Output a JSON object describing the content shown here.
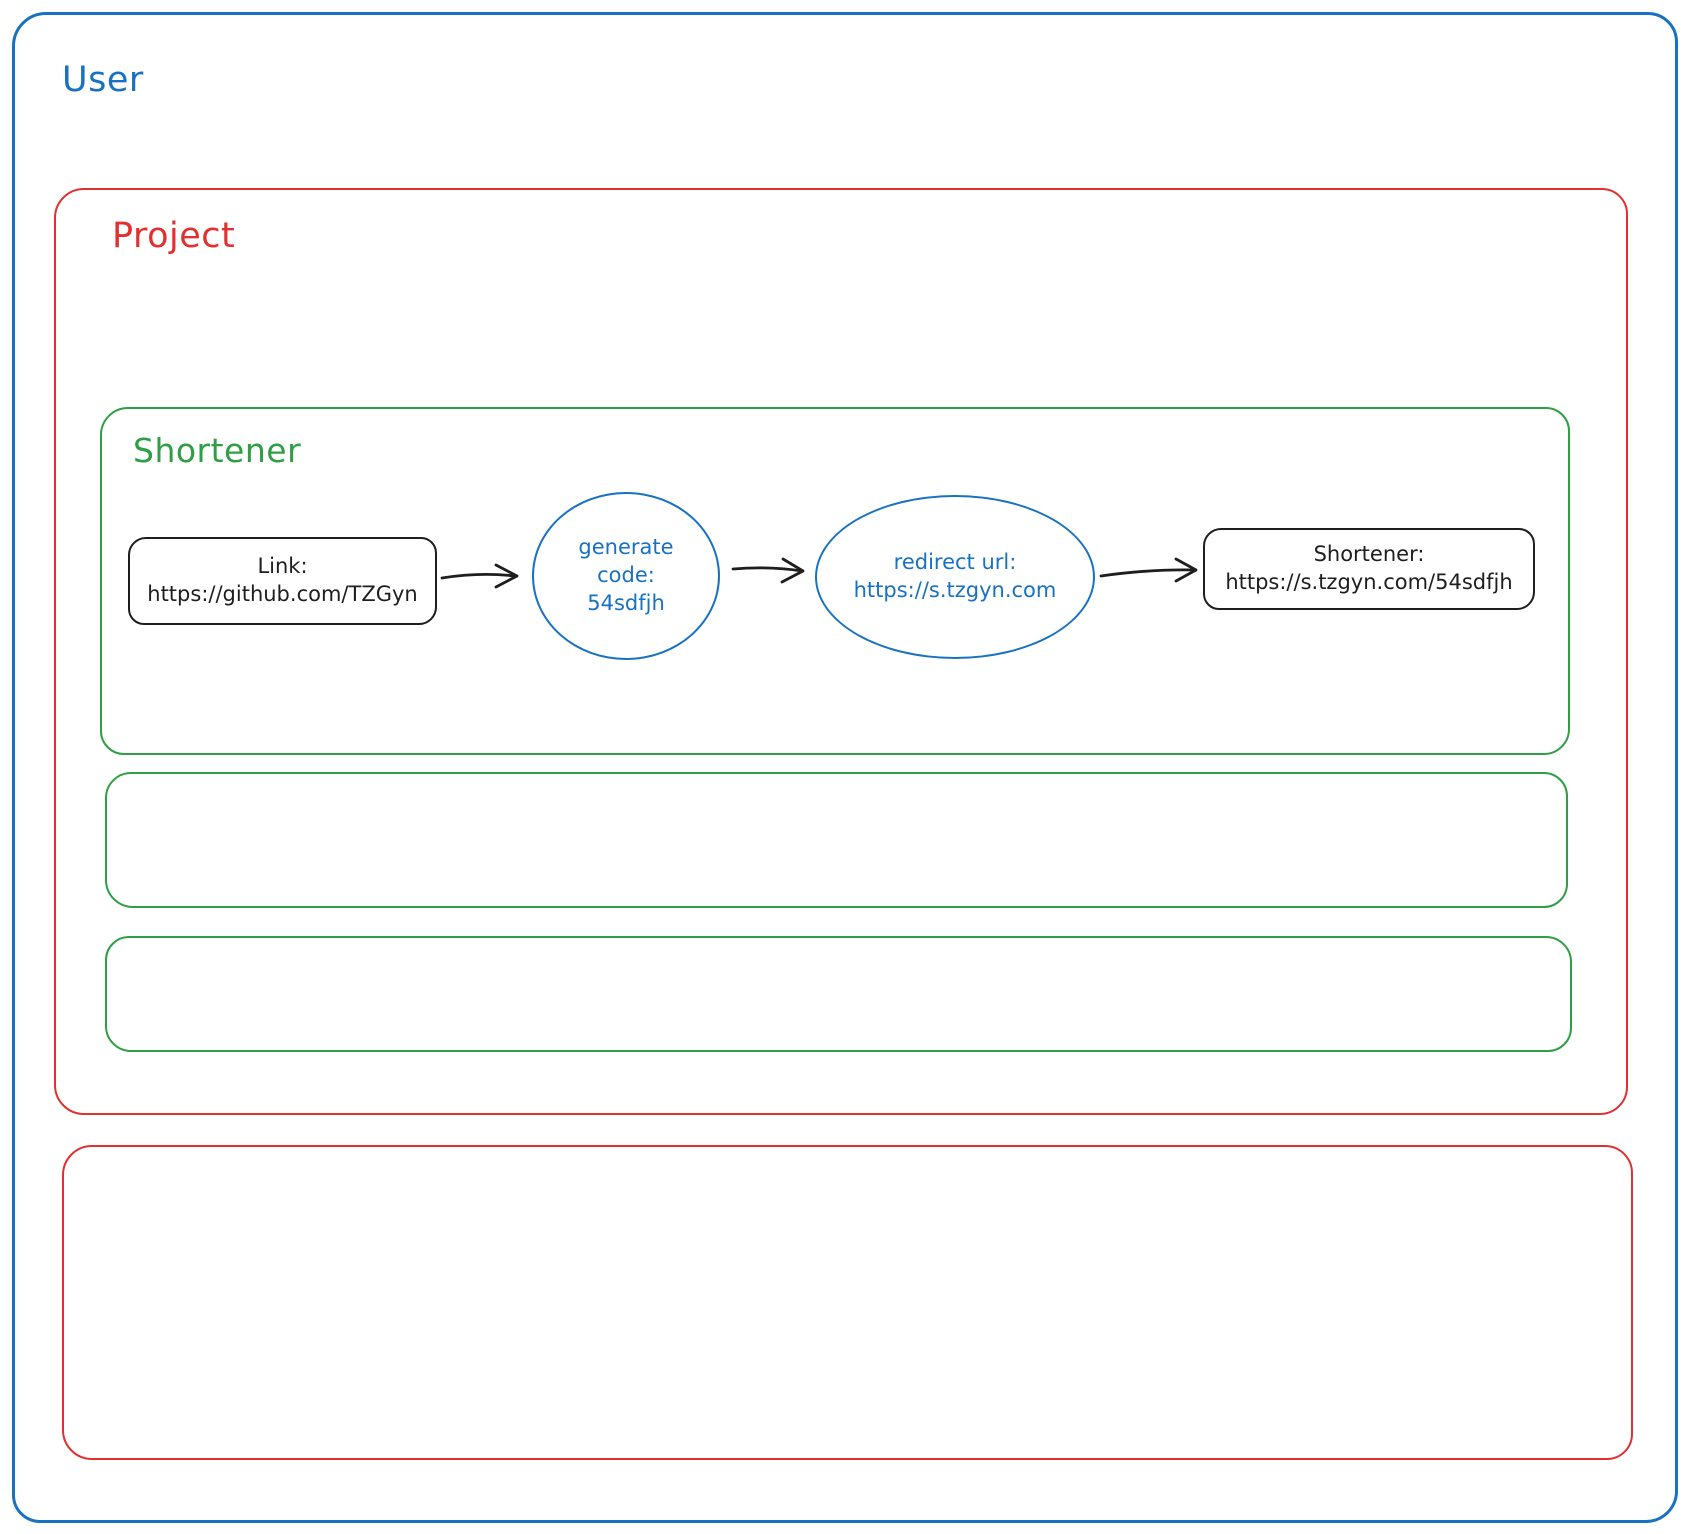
{
  "colors": {
    "blue": "#1971c2",
    "red": "#e03131",
    "green": "#2f9e44",
    "ink": "#1e1e1e"
  },
  "containers": {
    "user": {
      "label": "User"
    },
    "project": {
      "label": "Project"
    },
    "shortener": {
      "label": "Shortener"
    }
  },
  "flow": {
    "link_node": {
      "lines": [
        "Link:",
        "https://github.com/TZGyn"
      ]
    },
    "generate_node": {
      "lines": [
        "generate",
        "code:",
        "54sdfjh"
      ]
    },
    "redirect_node": {
      "lines": [
        "redirect url:",
        "https://s.tzgyn.com"
      ]
    },
    "result_node": {
      "lines": [
        "Shortener:",
        "https://s.tzgyn.com/54sdfjh"
      ]
    }
  }
}
